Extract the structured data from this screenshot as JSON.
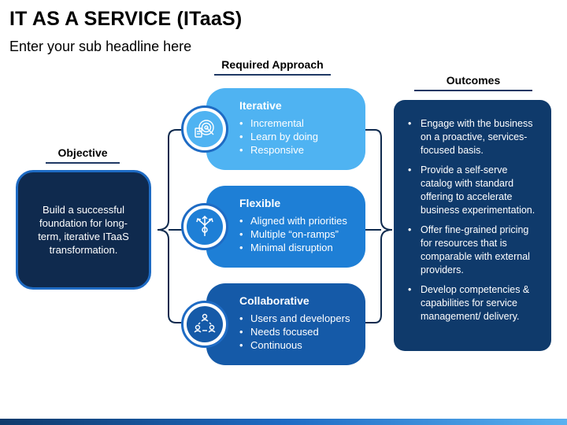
{
  "header": {
    "title": "IT AS A SERVICE (ITaaS)",
    "subtitle": "Enter your sub headline here"
  },
  "columns": {
    "objective": "Objective",
    "approach": "Required Approach",
    "outcomes": "Outcomes"
  },
  "objective": {
    "text": "Build a successful foundation for long-term, iterative ITaaS transformation."
  },
  "approaches": [
    {
      "title": "Iterative",
      "icon": "target-dartboard-icon",
      "color": "#4fb3f2",
      "items": [
        "Incremental",
        "Learn by doing",
        "Responsive"
      ]
    },
    {
      "title": "Flexible",
      "icon": "branching-arrows-icon",
      "color": "#1e7fd6",
      "items": [
        "Aligned with priorities",
        "Multiple “on-ramps”",
        "Minimal disruption"
      ]
    },
    {
      "title": "Collaborative",
      "icon": "people-cycle-icon",
      "color": "#155aa8",
      "items": [
        "Users and developers",
        "Needs focused",
        "Continuous"
      ]
    }
  ],
  "outcomes": [
    "Engage with the business on a proactive, services-focused basis.",
    "Provide a self-serve catalog with standard offering to accelerate business experimentation.",
    "Offer fine-grained pricing for resources that is comparable with external providers.",
    "Develop competencies & capabilities for service management/ delivery."
  ],
  "colors": {
    "dark_navy": "#0f2a4e",
    "outcomes_navy": "#0f3a6b",
    "accent_blue": "#1e6bc4"
  }
}
